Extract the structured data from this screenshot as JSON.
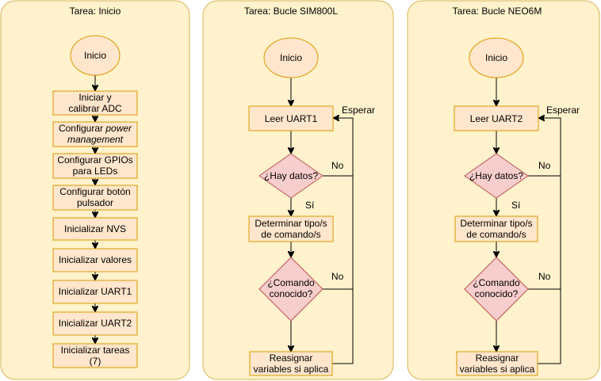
{
  "lanes": {
    "inicio": {
      "title": "Tarea: Inicio",
      "start": "Inicio",
      "steps": {
        "s1a": "Iniciar y",
        "s1b": "calibrar ADC",
        "s2a": "Configurar ",
        "s2b": "power",
        "s2c": "management",
        "s3a": "Configurar GPIOs",
        "s3b": "para LEDs",
        "s4a": "Configurar botón",
        "s4b": "pulsador",
        "s5": "Inicializar NVS",
        "s6": "Inicializar valores",
        "s7": "Inicializar UART1",
        "s8": "Inicializar UART2",
        "s9a": "Inicializar tareas",
        "s9b": "(7)"
      }
    },
    "sim800l": {
      "title": "Tarea: Bucle SIM800L",
      "start": "Inicio",
      "read": "Leer UART1",
      "wait": "Esperar",
      "dec1": "¿Hay datos?",
      "no1": "No",
      "yes1": "Sí",
      "type_a": "Determinar tipo/s",
      "type_b": "de comando/s",
      "dec2a": "¿Comando",
      "dec2b": "conocido?",
      "no2": "No",
      "assign_a": "Reasignar",
      "assign_b": "variables si aplica"
    },
    "neo6m": {
      "title": "Tarea: Bucle NEO6M",
      "start": "Inicio",
      "read": "Leer UART2",
      "wait": "Esperar",
      "dec1": "¿Hay datos?",
      "no1": "No",
      "yes1": "Sí",
      "type_a": "Determinar tipo/s",
      "type_b": "de comando/s",
      "dec2a": "¿Comando",
      "dec2b": "conocido?",
      "no2": "No",
      "assign_a": "Reasignar",
      "assign_b": "variables si aplica"
    }
  }
}
